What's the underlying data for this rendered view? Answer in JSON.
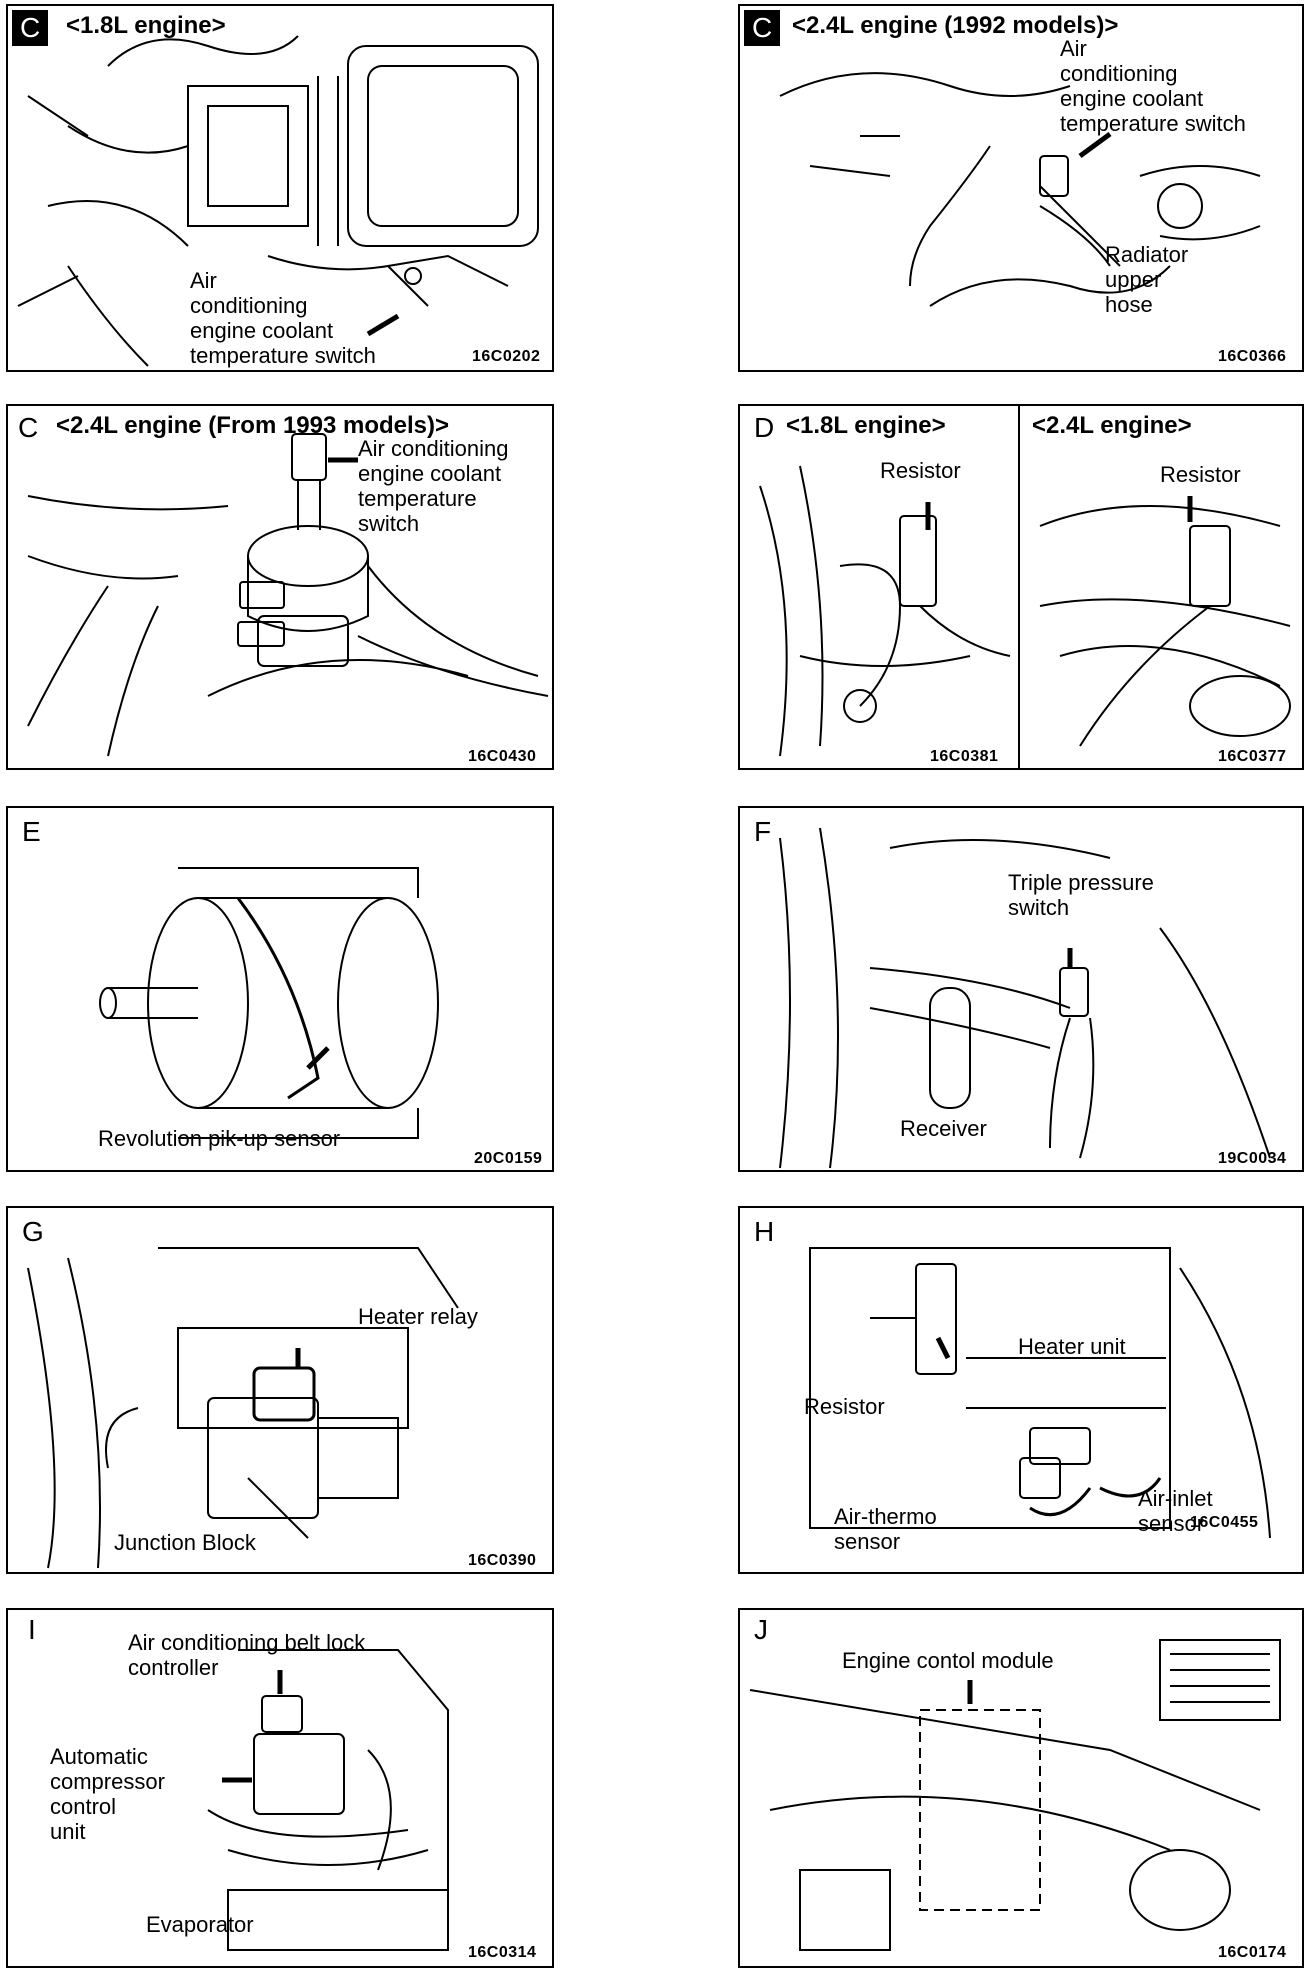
{
  "panels": [
    {
      "letter": "C",
      "title": "<1.8L engine>",
      "labels": [
        "Air\nconditioning\nengine coolant\ntemperature switch"
      ],
      "code": "16C0202"
    },
    {
      "letter": "C",
      "title": "<2.4L engine (1992 models)>",
      "labels": [
        "Air\nconditioning\nengine coolant\ntemperature switch",
        "Radiator\nupper\nhose"
      ],
      "code": "16C0366"
    },
    {
      "letter": "C",
      "title": "<2.4L engine (From 1993 models)>",
      "labels": [
        "Air conditioning\nengine coolant\ntemperature\nswitch"
      ],
      "code": "16C0430"
    },
    {
      "letter": "D",
      "subpanels": [
        {
          "title": "<1.8L engine>",
          "labels": [
            "Resistor"
          ],
          "code": "16C0381"
        },
        {
          "title": "<2.4L engine>",
          "labels": [
            "Resistor"
          ],
          "code": "16C0377"
        }
      ]
    },
    {
      "letter": "E",
      "labels": [
        "Revolution pik-up sensor"
      ],
      "code": "20C0159"
    },
    {
      "letter": "F",
      "labels": [
        "Triple pressure\nswitch",
        "Receiver"
      ],
      "code": "19C0034"
    },
    {
      "letter": "G",
      "labels": [
        "Heater relay",
        "Junction Block"
      ],
      "code": "16C0390"
    },
    {
      "letter": "H",
      "labels": [
        "Heater unit",
        "Resistor",
        "Air-thermo\nsensor",
        "Air-inlet\nsensor"
      ],
      "code": "16C0455"
    },
    {
      "letter": "I",
      "labels": [
        "Air conditioning belt lock\ncontroller",
        "Automatic\ncompressor\ncontrol\nunit",
        "Evaporator"
      ],
      "code": "16C0314"
    },
    {
      "letter": "J",
      "labels": [
        "Engine contol module"
      ],
      "code": "16C0174"
    }
  ]
}
